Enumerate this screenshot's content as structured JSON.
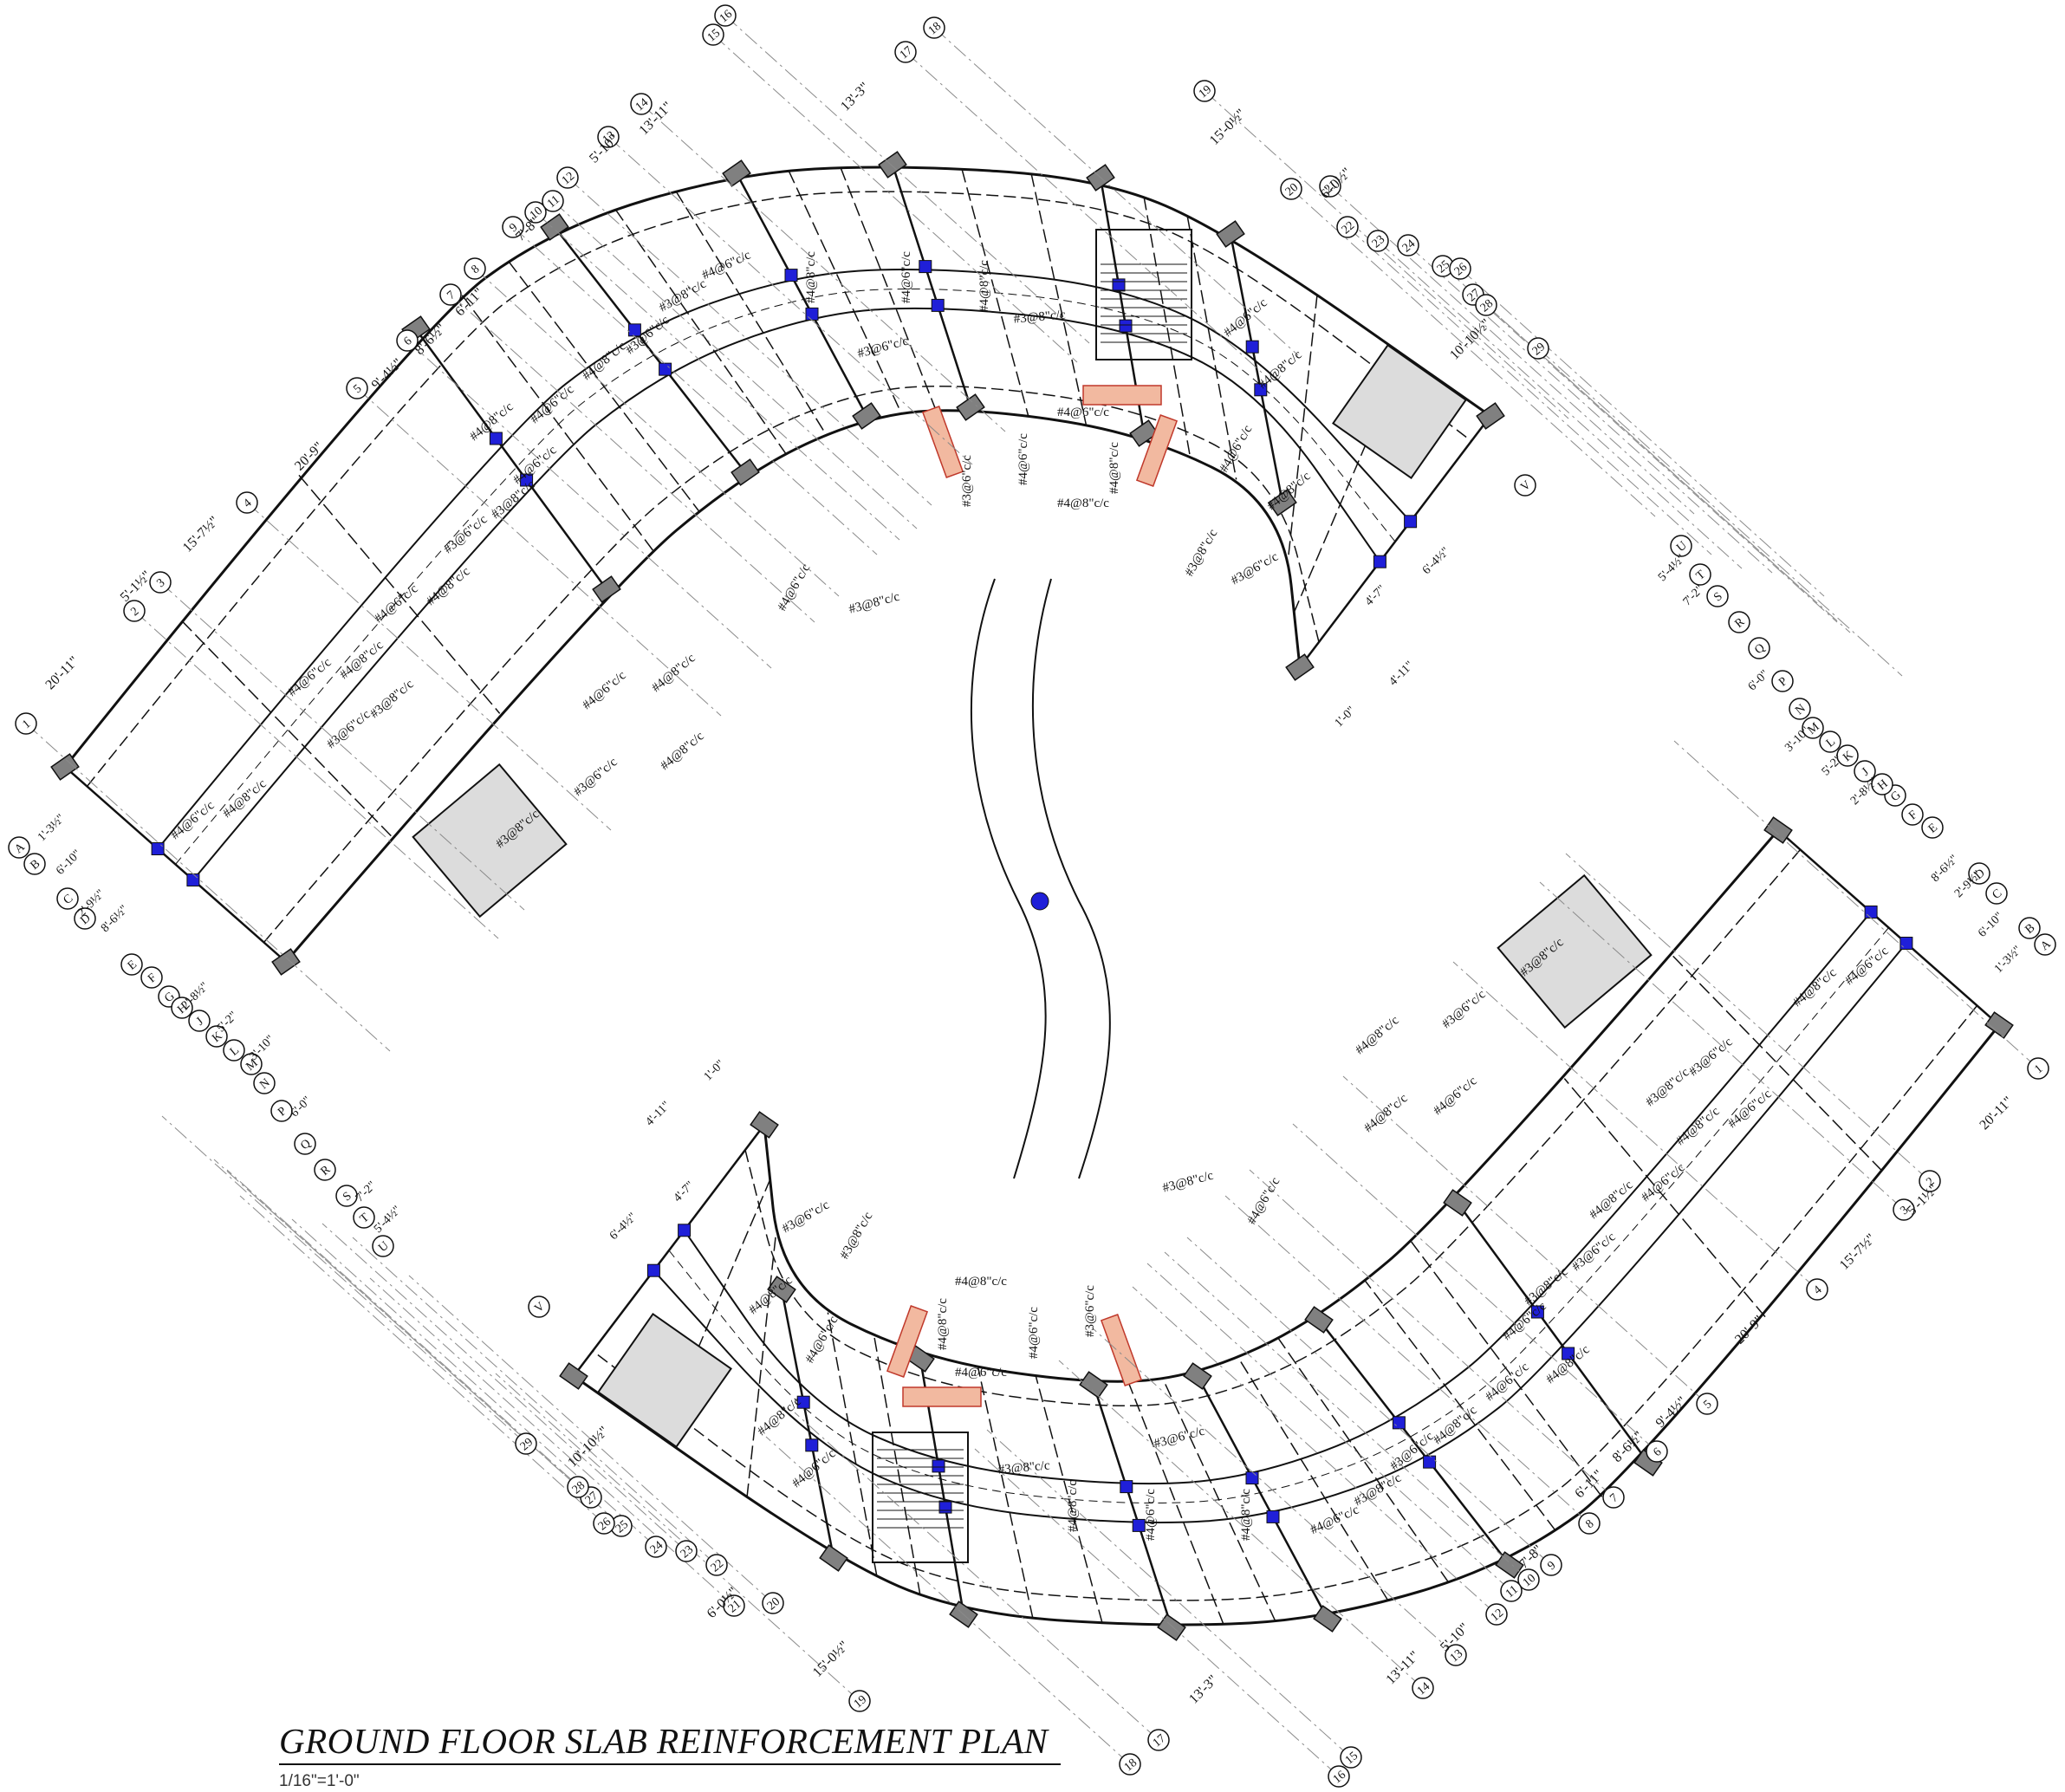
{
  "title": "GROUND FLOOR SLAB REINFORCEMENT PLAN",
  "scale": "1/16\"=1'-0\"",
  "colors": {
    "line": "#111111",
    "column_fill": "#808080",
    "small_column_fill": "#1f1fd8",
    "shear_wall_fill": "#f2b9a0",
    "shaft_fill": "#dcdcdc",
    "grid_line": "#8a8a8a",
    "marker_fill": "#1f1fd8"
  },
  "rebar_labels": [
    "#4@6\"c/c",
    "#4@8\"c/c",
    "#3@6\"c/c",
    "#3@8\"c/c",
    "#4@6\"c/c",
    "#4@8\"c/c"
  ],
  "grid_numbers": [
    "1",
    "2",
    "3",
    "4",
    "5",
    "6",
    "7",
    "8",
    "9",
    "10",
    "11",
    "12",
    "13",
    "14",
    "15",
    "16",
    "17",
    "18",
    "19",
    "20",
    "21",
    "22",
    "23",
    "24",
    "25",
    "26",
    "27",
    "28",
    "29"
  ],
  "grid_letters": [
    "A",
    "B",
    "C",
    "D",
    "E",
    "F",
    "G",
    "H",
    "J",
    "K",
    "L",
    "M",
    "N",
    "P",
    "Q",
    "R",
    "S",
    "T",
    "U",
    "V"
  ],
  "dimensions_outer": [
    "20'-11\"",
    "5'-1½\"",
    "15'-7½\"",
    "20'-9\"",
    "9'-4½\"",
    "8'-6½\"",
    "6'-11\"",
    "7'-8\"",
    "5'-10\"",
    "13'-11\"",
    "13'-3\"",
    "15'-0½\"",
    "6'-0½\"",
    "10'-10½\""
  ],
  "dimensions_inner": [
    "1'-3½\"",
    "6'-10\"",
    "2'-9½\"",
    "8'-6½\"",
    "2'-8½\"",
    "5'-2\"",
    "3'-10\"",
    "6'-0\"",
    "7'-2\"",
    "5'-4½\"",
    "6'-4½\"",
    "4'-7\"",
    "4'-11\"",
    "1'-0\""
  ]
}
